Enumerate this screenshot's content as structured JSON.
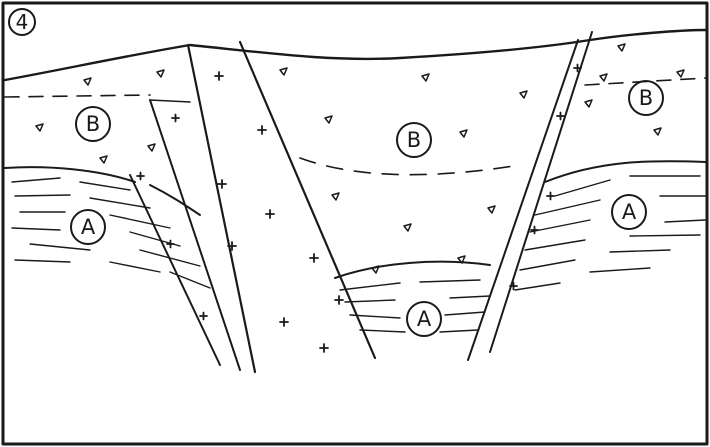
{
  "figure": {
    "number": "4",
    "labels": {
      "b_left": "B",
      "b_center": "B",
      "b_right": "B",
      "a_left": "A",
      "a_center": "A",
      "a_right": "A"
    }
  },
  "colors": {
    "ink": "#1a1a1a",
    "background": "#ffffff"
  }
}
